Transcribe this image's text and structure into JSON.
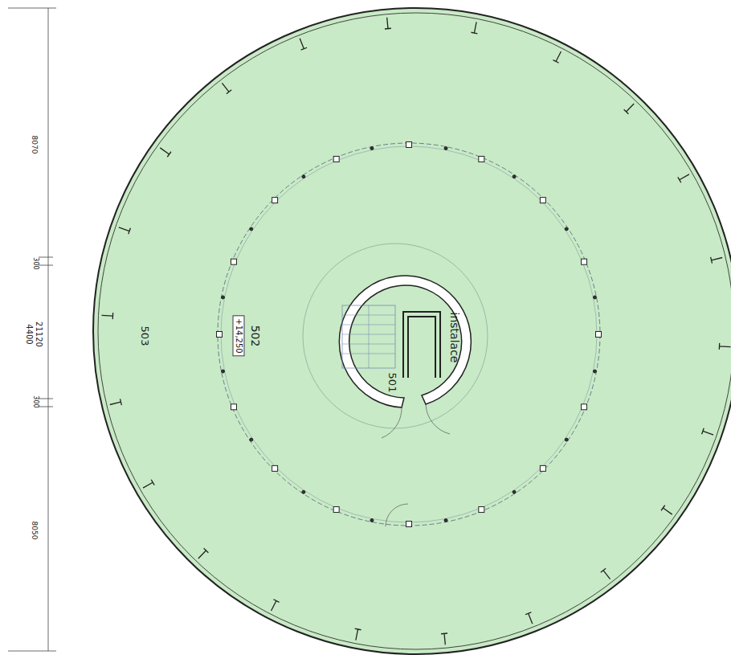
{
  "diagram": {
    "nodes": [
      {
        "text": [
          "+14,250"
        ]
      }
    ],
    "labels": [
      "8070",
      "300",
      "4400",
      "21120",
      "300",
      "8050",
      "503",
      "502",
      "501",
      "instalace"
    ]
  }
}
